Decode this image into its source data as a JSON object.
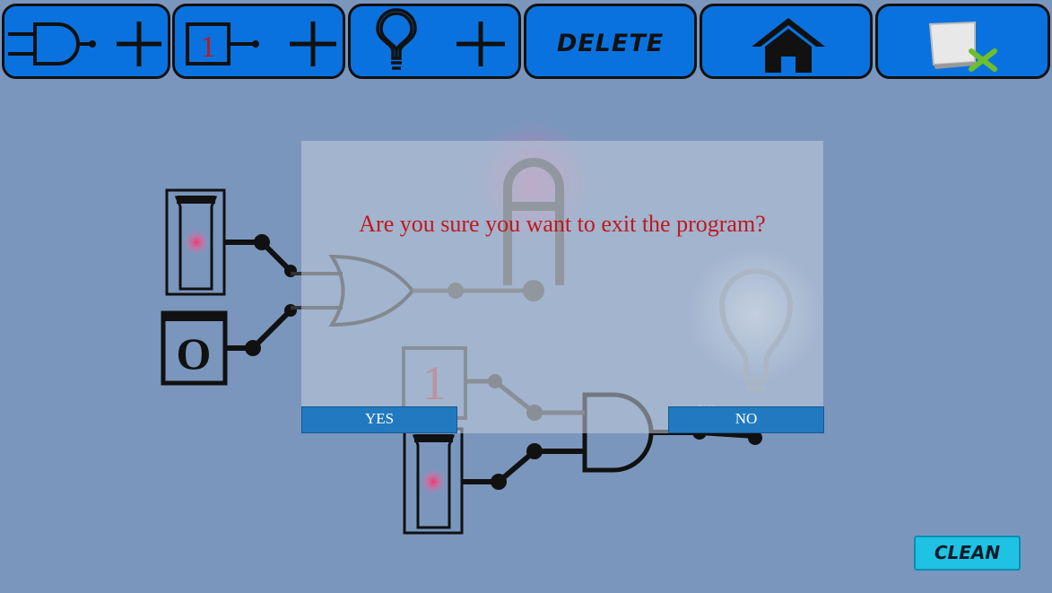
{
  "toolbar": {
    "add_gate": {
      "icon": "and-gate-plus-icon"
    },
    "add_input": {
      "icon": "input-switch-plus-icon",
      "input_value": "1"
    },
    "add_output": {
      "icon": "lightbulb-plus-icon"
    },
    "delete": {
      "label": "DELETE"
    },
    "home": {
      "icon": "home-icon"
    },
    "exit": {
      "icon": "exit-window-icon"
    }
  },
  "circuit": {
    "switch_value": "O",
    "input_value": "1",
    "ghost_no": "NO"
  },
  "dialog": {
    "message": "Are you sure you want to exit the program?",
    "yes_label": "YES",
    "no_label": "NO"
  },
  "clean_label": "CLEAN",
  "colors": {
    "background": "#7b96bd",
    "toolbar_button": "#0a72df",
    "dialog_text": "#c0181b",
    "dialog_button": "#2179c0",
    "clean_button": "#1fc2e3"
  }
}
